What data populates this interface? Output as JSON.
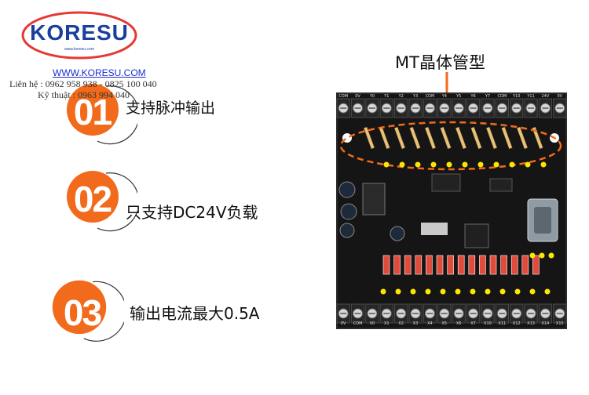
{
  "brand": {
    "logo_text": "KORESU",
    "logo_small": "www.koresu.com",
    "website": "WWW.KORESU.COM",
    "contact_line1": "Liên hệ : 0962 958 938 - 0825 100 040",
    "contact_line2": "Kỹ thuật : 0963 994 040",
    "colors": {
      "logo_ring": "#e53935",
      "logo_text": "#1b3f9e",
      "accent": "#f26a1b"
    }
  },
  "features": [
    {
      "number": "01",
      "text": "支持脉冲输出"
    },
    {
      "number": "02",
      "text": "只支持DC24V负载"
    },
    {
      "number": "03",
      "text": "输出电流最大0.5A"
    }
  ],
  "callout": {
    "text": "MT晶体管型",
    "arrow_color": "#f26a1b"
  },
  "board": {
    "top_terminals": [
      "COM",
      "0V",
      "Y0",
      "Y1",
      "Y2",
      "Y3",
      "COM",
      "Y4",
      "Y5",
      "Y6",
      "Y7",
      "COM",
      "Y10",
      "Y11",
      "24V",
      "0V"
    ],
    "bottom_terminals": [
      "0V",
      "COM",
      "X0",
      "X1",
      "X2",
      "X3",
      "X4",
      "X5",
      "X6",
      "X7",
      "X10",
      "X11",
      "X12",
      "X13",
      "X14",
      "X15"
    ]
  }
}
